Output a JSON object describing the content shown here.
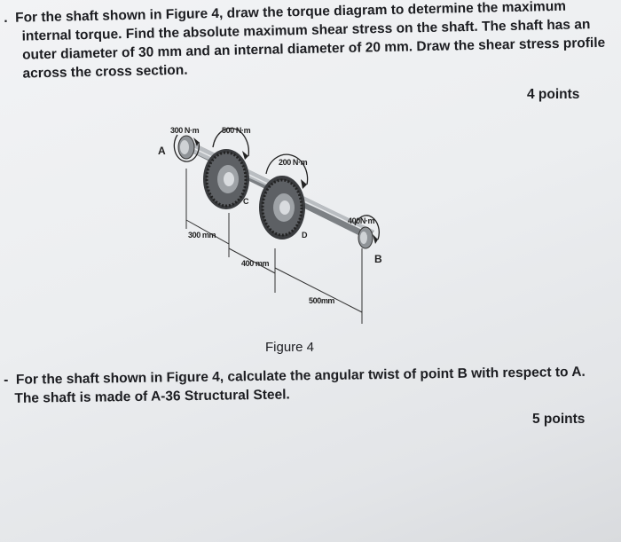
{
  "q1": {
    "bullet": ".",
    "line1": "For the shaft shown in Figure 4, draw the torque diagram to determine the maximum",
    "line2": "internal torque. Find the absolute maximum shear stress on the shaft. The shaft has an",
    "line3": "outer diameter of 30 mm and an internal diameter of 20 mm. Draw the shear stress profile",
    "line4": "across the cross section.",
    "points": "4 points"
  },
  "figure": {
    "caption": "Figure 4",
    "torques": [
      "300 N·m",
      "500 N·m",
      "200 N·m",
      "400N·m"
    ],
    "lengths": [
      "300 mm",
      "400 mm",
      "500mm"
    ],
    "points": [
      "A",
      "C",
      "D",
      "B"
    ]
  },
  "q2": {
    "bullet": "-",
    "line1": "For the shaft shown in Figure 4, calculate the angular twist of point B with respect to A.",
    "line2": "The shaft is made of A-36 Structural Steel.",
    "points": "5 points"
  }
}
